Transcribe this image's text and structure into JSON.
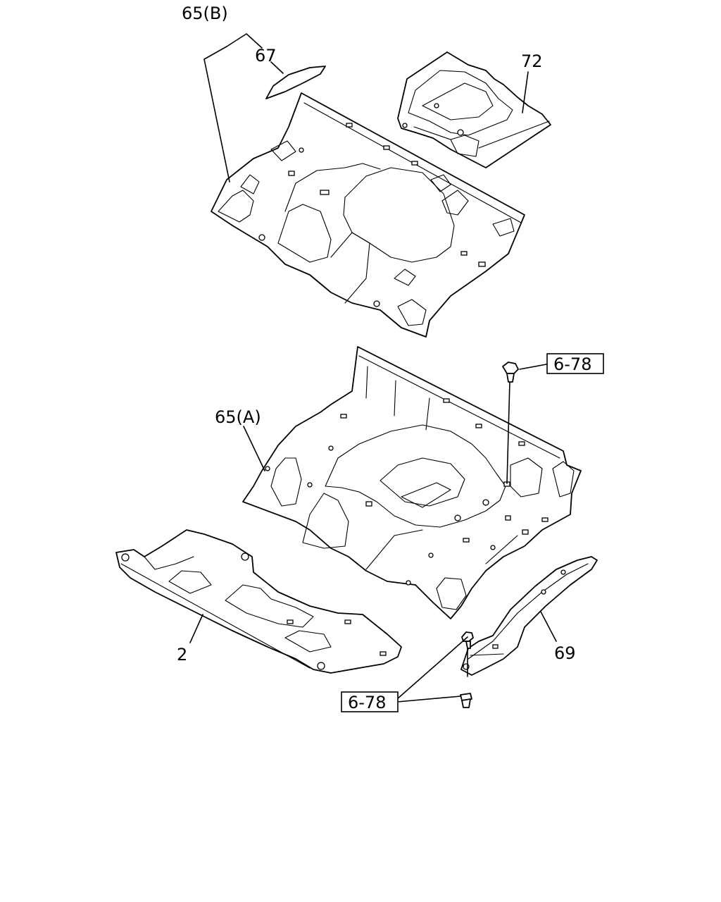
{
  "labels": {
    "part_65b": "65(B)",
    "part_67": "67",
    "part_72": "72",
    "part_65a": "65(A)",
    "part_2": "2",
    "part_69": "69",
    "ref_678_top": "6-78",
    "ref_678_bottom": "6-78"
  }
}
